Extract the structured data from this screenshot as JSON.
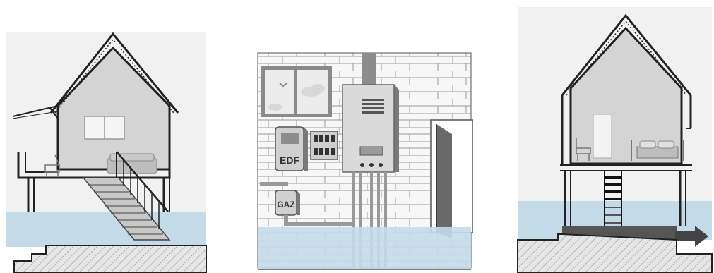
{
  "illustrations": [
    {
      "name": "raised-house-with-exterior-stairs"
    },
    {
      "name": "raised-utilities-wall"
    },
    {
      "name": "house-on-stilts"
    }
  ],
  "labels": {
    "electricity_meter": "EDF",
    "gas_meter": "GAZ"
  },
  "colors": {
    "flood_water": "#c3dbe9",
    "house_interior": "#d4d4d4",
    "ground_hatch": "#e6e6e6",
    "outline": "#222222"
  }
}
